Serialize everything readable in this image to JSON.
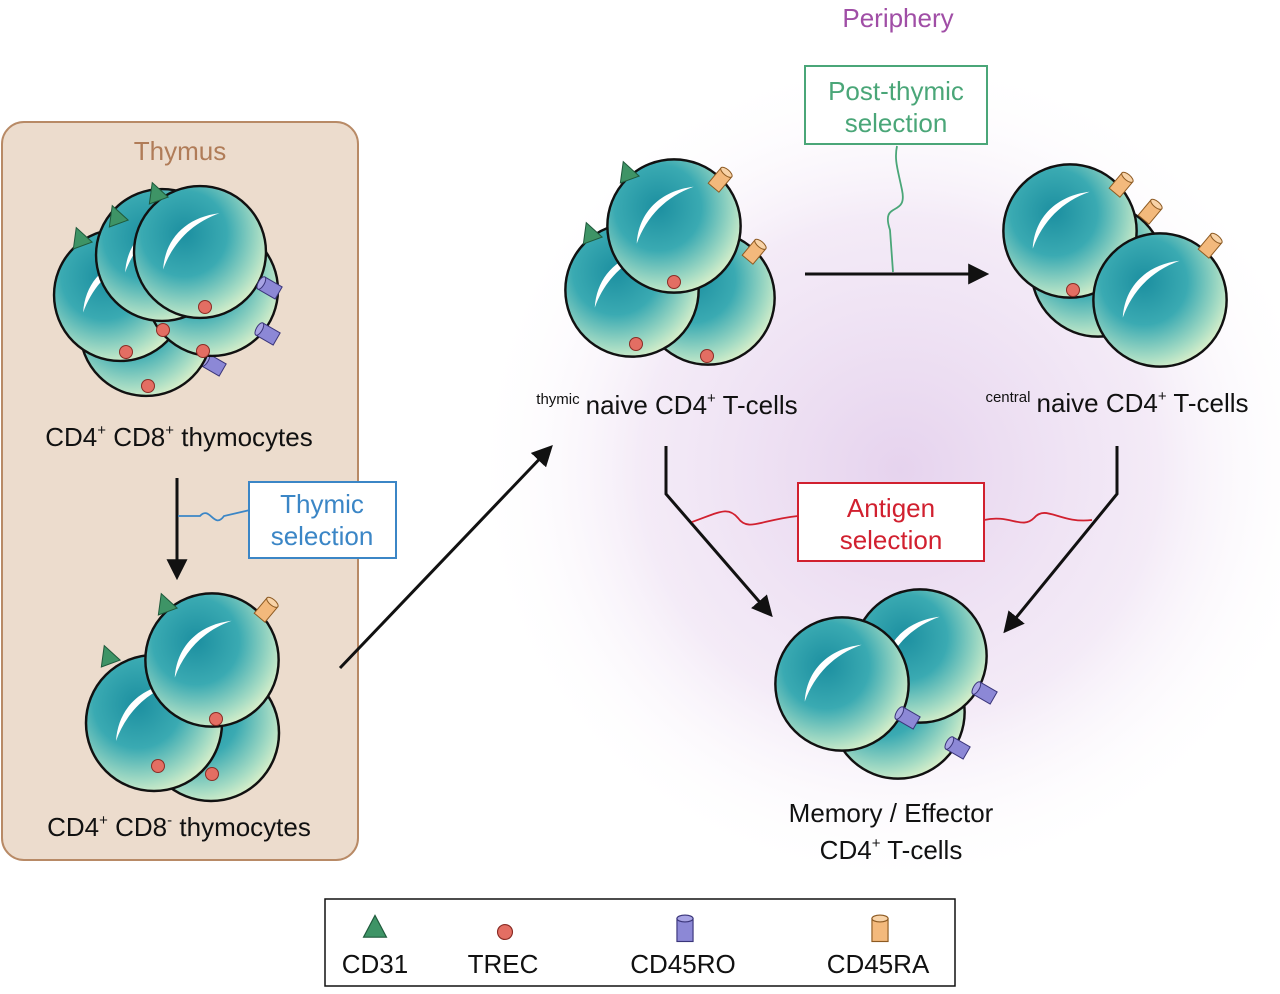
{
  "regions": {
    "thymus": "Thymus",
    "periphery": "Periphery"
  },
  "cells": {
    "dp": {
      "name": "CD4",
      "sup1": "+",
      "name2": " CD8",
      "sup2": "+",
      "rest": " thymocytes"
    },
    "sp": {
      "name": "CD4",
      "sup1": "+",
      "name2": " CD8",
      "sup2": "-",
      "rest": " thymocytes"
    },
    "thymic_naive": {
      "pre": "thymic",
      "name": "naive CD4",
      "sup": "+",
      "rest": " T-cells"
    },
    "central_naive": {
      "pre": "central",
      "name": "naive CD4",
      "sup": "+",
      "rest": " T-cells"
    },
    "memory": {
      "line1": "Memory / Effector",
      "line2_name": "CD4",
      "line2_sup": "+",
      "line2_rest": " T-cells"
    }
  },
  "selections": {
    "thymic": {
      "line1": "Thymic",
      "line2": "selection"
    },
    "post_thymic": {
      "line1": "Post-thymic",
      "line2": "selection"
    },
    "antigen": {
      "line1": "Antigen",
      "line2": "selection"
    }
  },
  "legend": {
    "cd31": "CD31",
    "trec": "TREC",
    "cd45ro": "CD45RO",
    "cd45ra": "CD45RA"
  },
  "colors": {
    "thymus_fill": "#ecdccd",
    "thymus_border": "#b88a66",
    "periphery_text": "#a04ea6",
    "thymic_sel": "#3b86c6",
    "post_thymic_sel": "#4aa678",
    "antigen_sel": "#d1202f",
    "cd31": "#3e9466",
    "trec": "#e36e63",
    "cd45ro": "#8c88d6",
    "cd45ra": "#f3b97c"
  }
}
